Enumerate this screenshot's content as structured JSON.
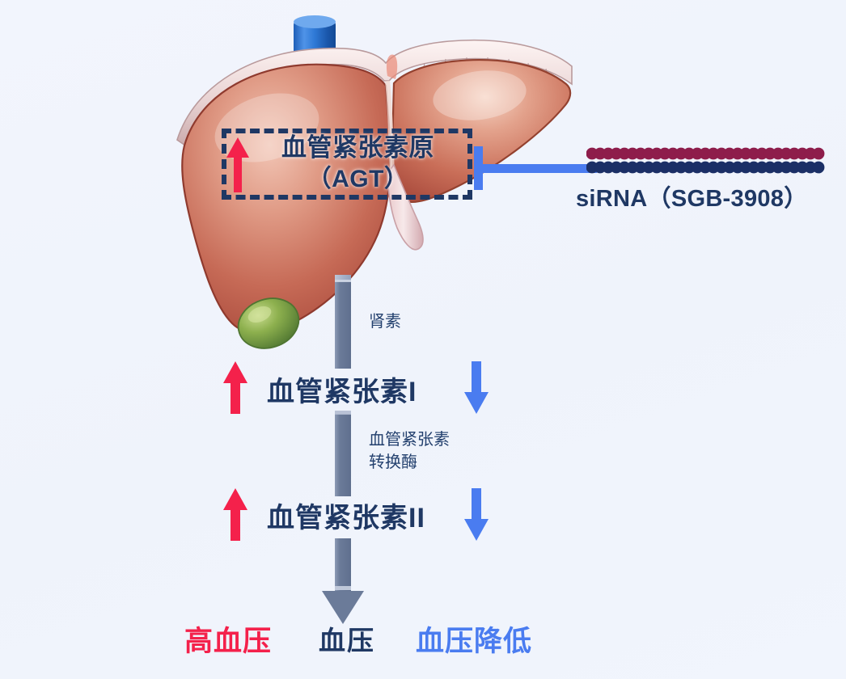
{
  "figure": {
    "background_color": "#f0f4fc",
    "organ": {
      "name": "liver",
      "parts": [
        "right-lobe",
        "left-lobe",
        "falciform-ligament",
        "inferior-vena-cava",
        "gallbladder",
        "hepatic-duct"
      ]
    }
  },
  "agt_box": {
    "title": "血管紧张素原",
    "abbreviation": "（AGT）",
    "arrow_up_color": "#f4214b",
    "border_color": "#1f3864"
  },
  "sirna": {
    "label": "siRNA（SGB-3908）",
    "connector_color": "#4a7cf0",
    "strand_top_color": "#8e1d4b",
    "strand_bottom_color": "#1b2f66",
    "bead_count": 29,
    "connector_type": "inhibition-bar"
  },
  "cascade": {
    "shaft_color": "#6b7b99",
    "steps": [
      {
        "enzyme": "肾素",
        "product": "血管紧张素I",
        "up_arrow_color": "#f4214b",
        "down_arrow_color": "#4a7cf0"
      },
      {
        "enzyme": "血管紧张素\n转换酶",
        "enzyme_line1": "血管紧张素",
        "enzyme_line2": "转换酶",
        "product": "血管紧张素II",
        "up_arrow_color": "#f4214b",
        "down_arrow_color": "#4a7cf0"
      }
    ]
  },
  "outcome": {
    "high": "高血压",
    "high_color": "#f4214b",
    "neutral": "血压",
    "neutral_color": "#1f3864",
    "low": "血压降低",
    "low_color": "#4a7cf0"
  }
}
